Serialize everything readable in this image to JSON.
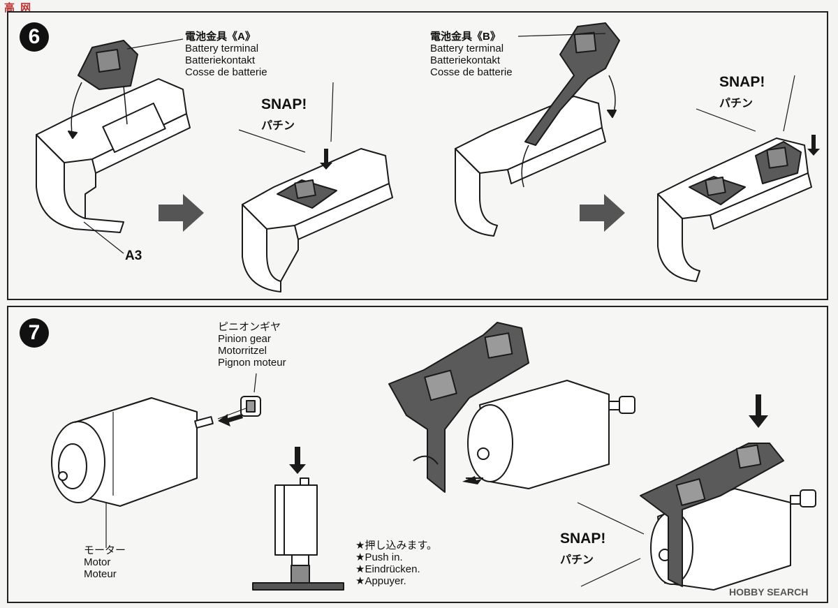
{
  "watermark": {
    "top_left": "高 网",
    "bottom_right_brand": "HOBBY",
    "bottom_right_text": "SEARCH"
  },
  "step6": {
    "number": "6",
    "left_callout": [
      "電池金具《A》",
      "Battery terminal",
      "Batteriekontakt",
      "Cosse de batterie"
    ],
    "right_callout": [
      "電池金具《B》",
      "Battery terminal",
      "Batteriekontakt",
      "Cosse de batterie"
    ],
    "part_label": "A3",
    "snap1": {
      "en": "SNAP!",
      "jp": "パチン"
    },
    "snap2": {
      "en": "SNAP!",
      "jp": "パチン"
    }
  },
  "step7": {
    "number": "7",
    "pinion_callout": [
      "ピニオンギヤ",
      "Pinion gear",
      "Motorritzel",
      "Pignon moteur"
    ],
    "motor_callout": [
      "モーター",
      "Motor",
      "Moteur"
    ],
    "push_note": [
      "★押し込みます。",
      "★Push in.",
      "★Eindrücken.",
      "★Appuyer."
    ],
    "snap": {
      "en": "SNAP!",
      "jp": "パチン"
    }
  },
  "colors": {
    "line": "#1a1a1a",
    "part_dark": "#5a5a5a",
    "part_mid": "#9a9a9a",
    "background": "#f4f4f2"
  }
}
